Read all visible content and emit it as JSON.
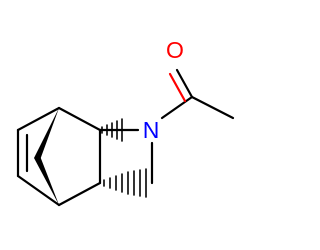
{
  "molecule": {
    "atoms": [
      {
        "id": "O1",
        "label": "O",
        "color": "#ff0000"
      },
      {
        "id": "N1",
        "label": "N",
        "color": "#0000ff"
      }
    ],
    "bond_color": "#000000"
  }
}
